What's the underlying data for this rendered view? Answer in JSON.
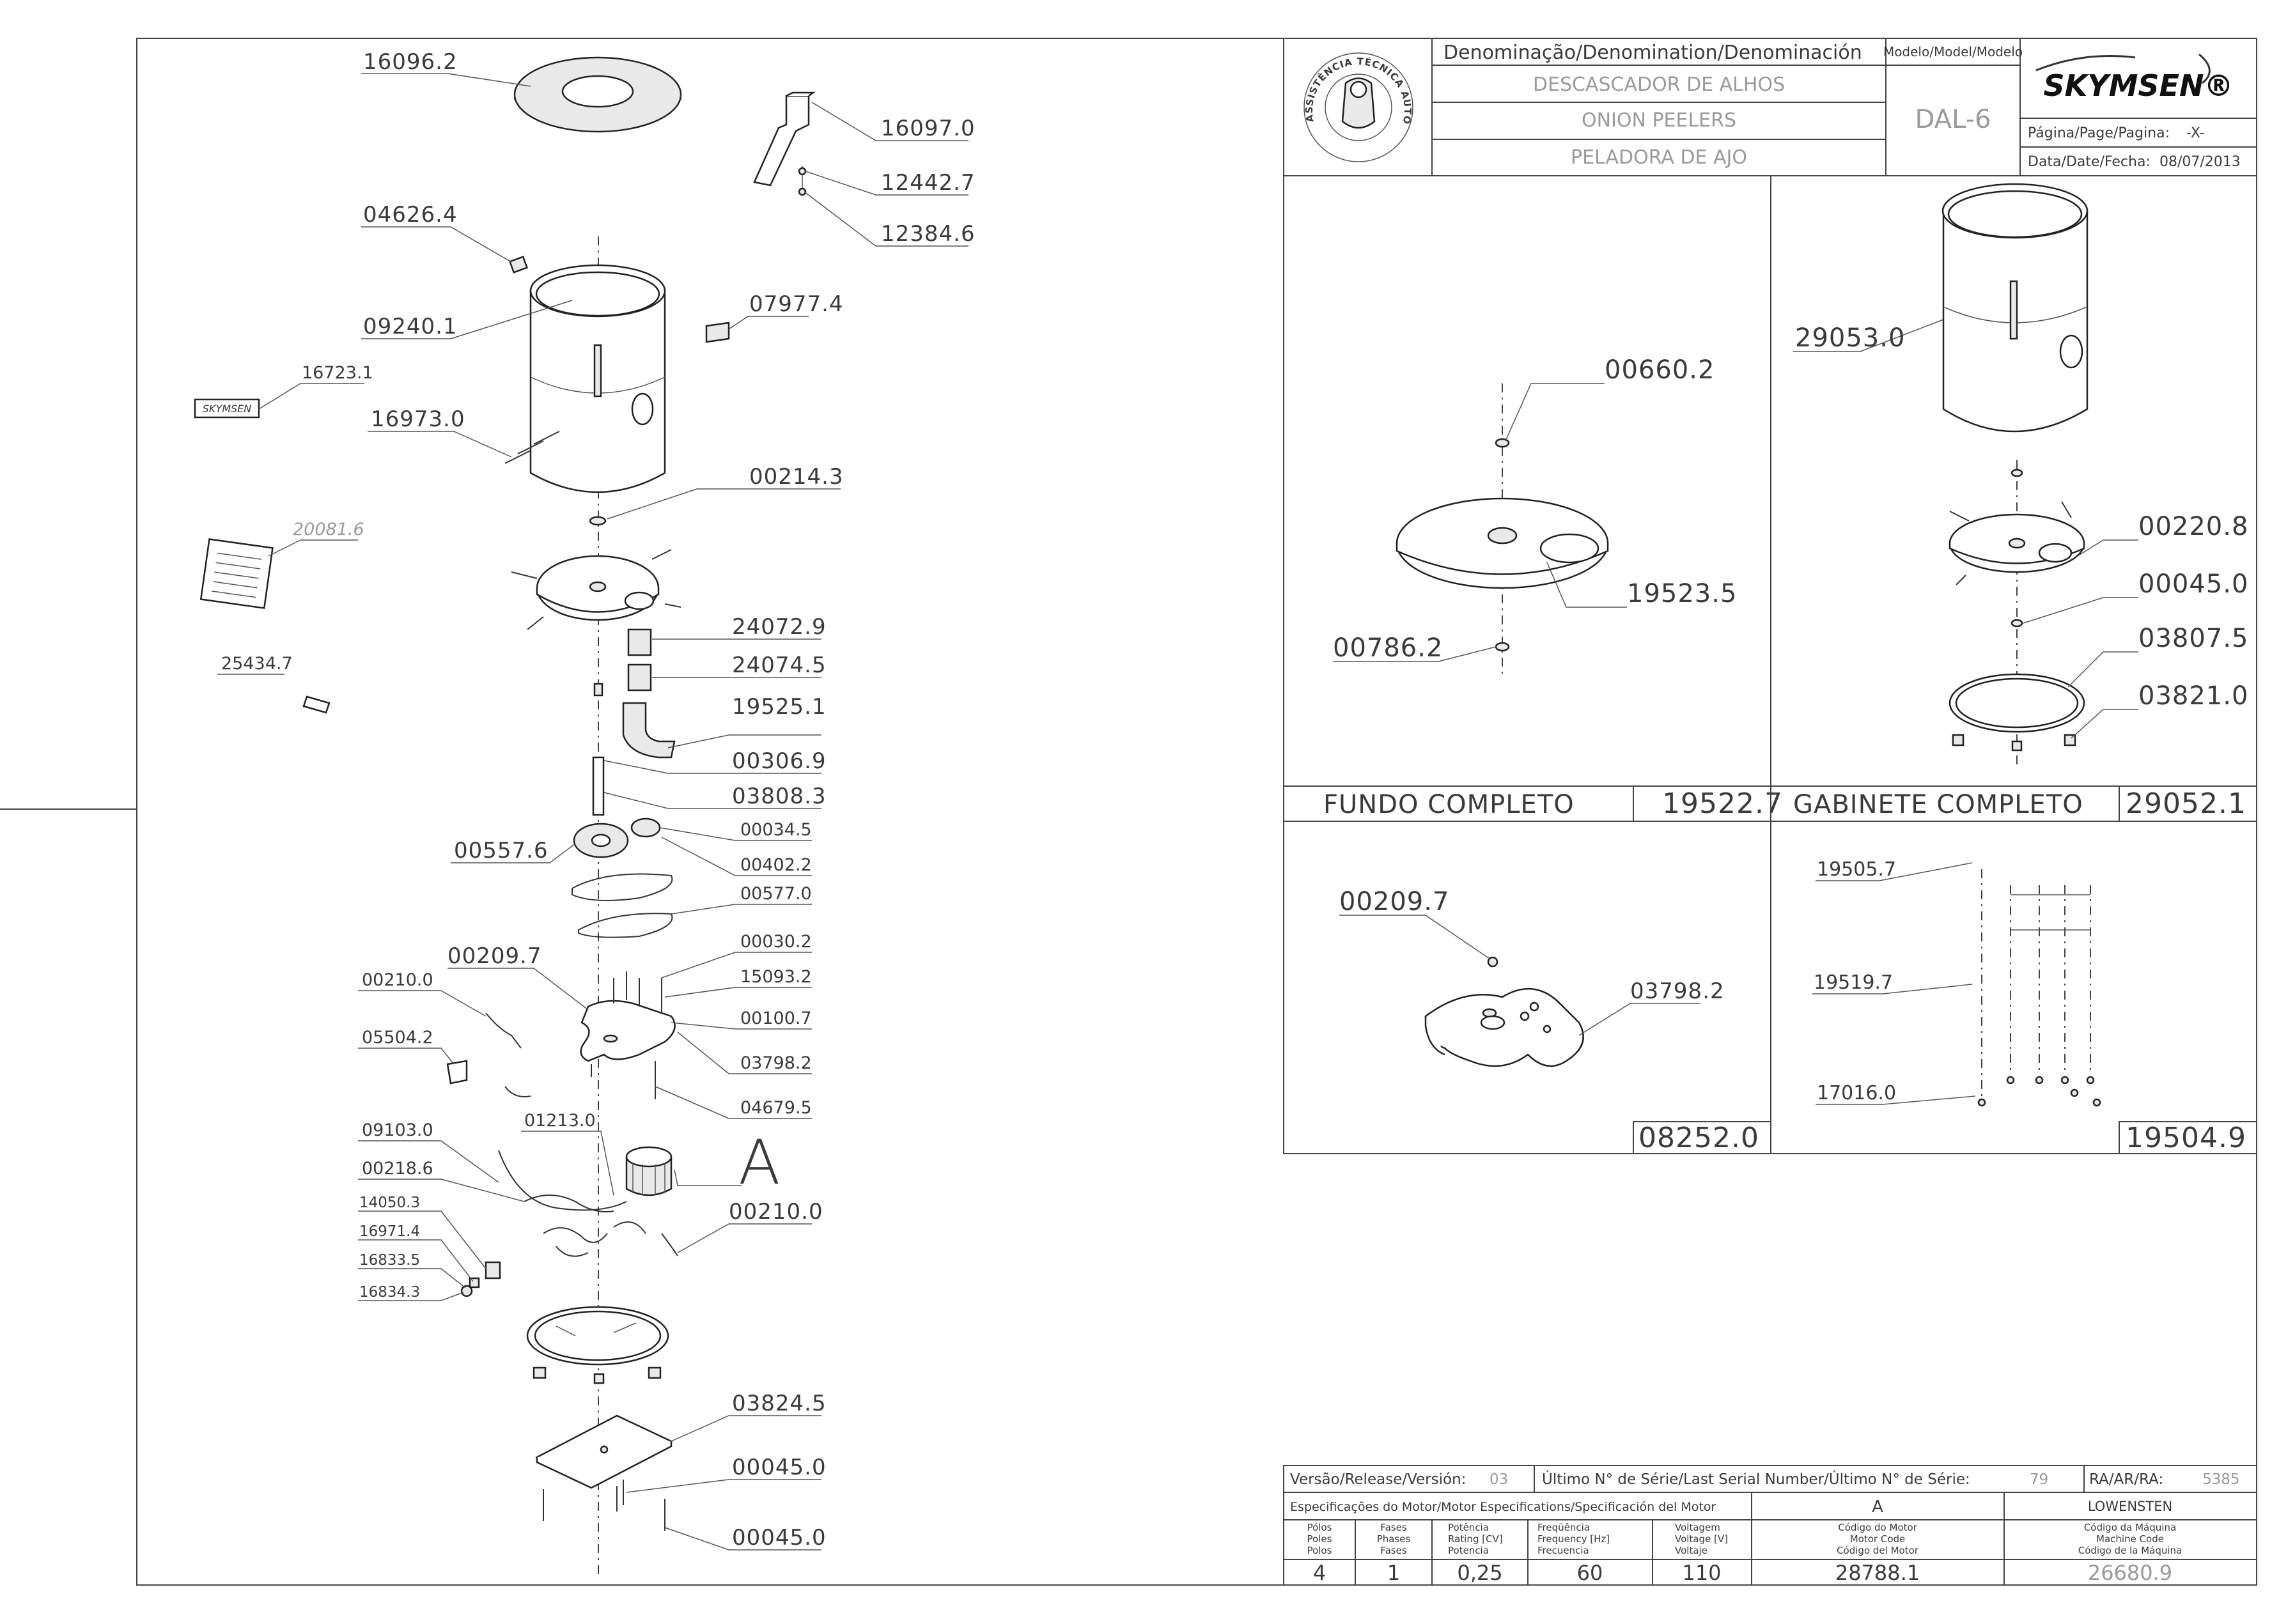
{
  "title_block": {
    "denomination_header": "Denominação/Denomination/Denominación",
    "name_pt": "DESCASCADOR DE ALHOS",
    "name_en": "ONION PEELERS",
    "name_es": "PELADORA DE AJO",
    "model_header": "Modelo/Model/Modelo",
    "model": "DAL-6",
    "brand": "SKYMSEN®",
    "page_label": "Página/Page/Pagina:",
    "page_value": "-X-",
    "date_label": "Data/Date/Fecha:",
    "date_value": "08/07/2013",
    "seal_text": "ASSISTÊNCIA TÉCNICA AUTORIZADA"
  },
  "main_parts": [
    "16096.2",
    "16097.0",
    "12442.7",
    "12384.6",
    "04626.4",
    "09240.1",
    "07977.4",
    "16723.1",
    "16973.0",
    "00214.3",
    "20081.6",
    "25434.7",
    "24072.9",
    "24074.5",
    "19525.1",
    "00306.9",
    "03808.3",
    "00557.6",
    "00034.5",
    "00402.2",
    "00577.0",
    "00209.7",
    "00030.2",
    "15093.2",
    "00210.0",
    "00100.7",
    "05504.2",
    "03798.2",
    "04679.5",
    "09103.0",
    "01213.0",
    "A",
    "00218.6",
    "00210.0",
    "14050.3",
    "16971.4",
    "16833.5",
    "16834.3",
    "03824.5",
    "00045.0",
    "00045.0"
  ],
  "panel_fundo": {
    "parts": [
      "00660.2",
      "19523.5",
      "00786.2"
    ],
    "title": "FUNDO COMPLETO",
    "code": "19522.7"
  },
  "panel_gabinete": {
    "parts": [
      "29053.0",
      "00220.8",
      "00045.0",
      "03807.5",
      "03821.0"
    ],
    "title": "GABINETE COMPLETO",
    "code": "29052.1"
  },
  "panel_base": {
    "parts": [
      "00209.7",
      "03798.2"
    ],
    "code": "08252.0"
  },
  "panel_rods": {
    "parts": [
      "19505.7",
      "19519.7",
      "17016.0"
    ],
    "code": "19504.9"
  },
  "info_table": {
    "version_label": "Versão/Release/Versión:",
    "version": "03",
    "serial_label": "Último N° de Série/Last Serial Number/Último N° de Série:",
    "serial": "79",
    "ra_label": "RA/AR/RA:",
    "ra": "5385",
    "motor_spec_label": "Especificações do Motor/Motor Especifications/Specificación del Motor",
    "motor_ref": "A",
    "motor_brand": "LOWENSTEN",
    "col_poles": [
      "Pólos",
      "Poles",
      "Polos"
    ],
    "col_phases": [
      "Fases",
      "Phases",
      "Fases"
    ],
    "col_power": [
      "Potência",
      "Rating [CV]",
      "Potencia"
    ],
    "col_freq": [
      "Freqüência",
      "Frequency [Hz]",
      "Frecuencia"
    ],
    "col_voltage": [
      "Voltagem",
      "Voltage [V]",
      "Voltaje"
    ],
    "col_motor_code": [
      "Código do Motor",
      "Motor Code",
      "Código del Motor"
    ],
    "col_machine_code": [
      "Código da Máquina",
      "Machine Code",
      "Código de la Máquina"
    ],
    "poles": "4",
    "phases": "1",
    "power": "0,25",
    "frequency": "60",
    "voltage": "110",
    "motor_code": "28788.1",
    "machine_code": "26680.9"
  }
}
